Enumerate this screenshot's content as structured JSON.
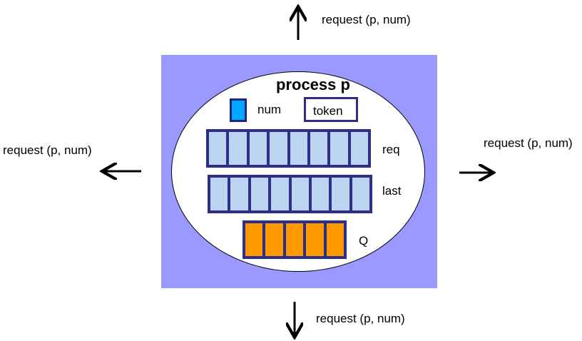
{
  "process": {
    "title": "process p",
    "num_label": "num",
    "token_label": "token",
    "req_label": "req",
    "last_label": "last",
    "q_label": "Q",
    "req_cells": 8,
    "last_cells": 8,
    "q_cells": 5
  },
  "messages": {
    "top": "request (p, num)",
    "left": "request (p, num)",
    "right": "request (p, num)",
    "bottom": "request (p, num)"
  },
  "colors": {
    "background_box": "#9999ff",
    "array_border": "#2e2e8a",
    "array_cell": "#bbd4f0",
    "queue_cell": "#ff9900",
    "num_fill": "#00a6ff"
  }
}
